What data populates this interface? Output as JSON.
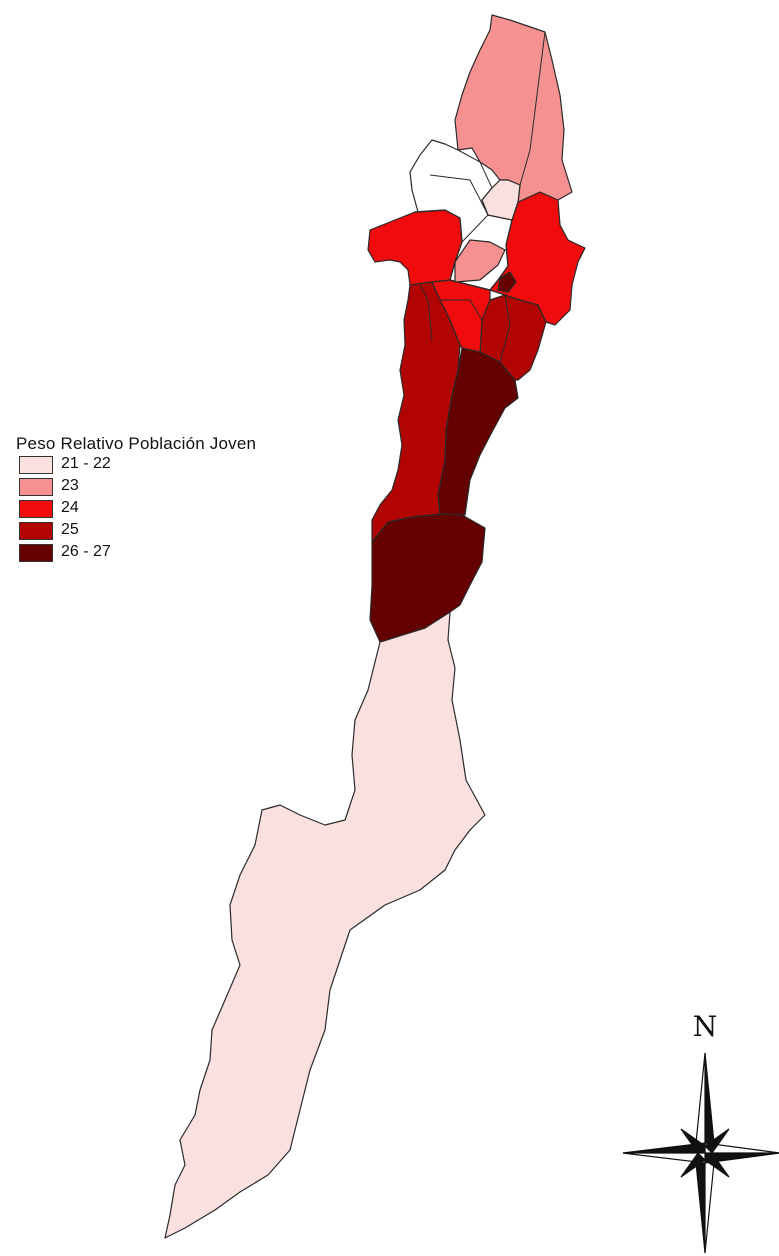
{
  "legend": {
    "title": "Peso Relativo Población Joven",
    "classes": [
      {
        "label": "21 - 22",
        "color": "#fbe0e0"
      },
      {
        "label": "23",
        "color": "#f59191"
      },
      {
        "label": "24",
        "color": "#f00c0c"
      },
      {
        "label": "25",
        "color": "#b30404"
      },
      {
        "label": "26 - 27",
        "color": "#640000"
      }
    ]
  },
  "compass": {
    "north_label": "N"
  },
  "colors": {
    "outline": "#2a2a2a",
    "compass_dark": "#111111"
  }
}
